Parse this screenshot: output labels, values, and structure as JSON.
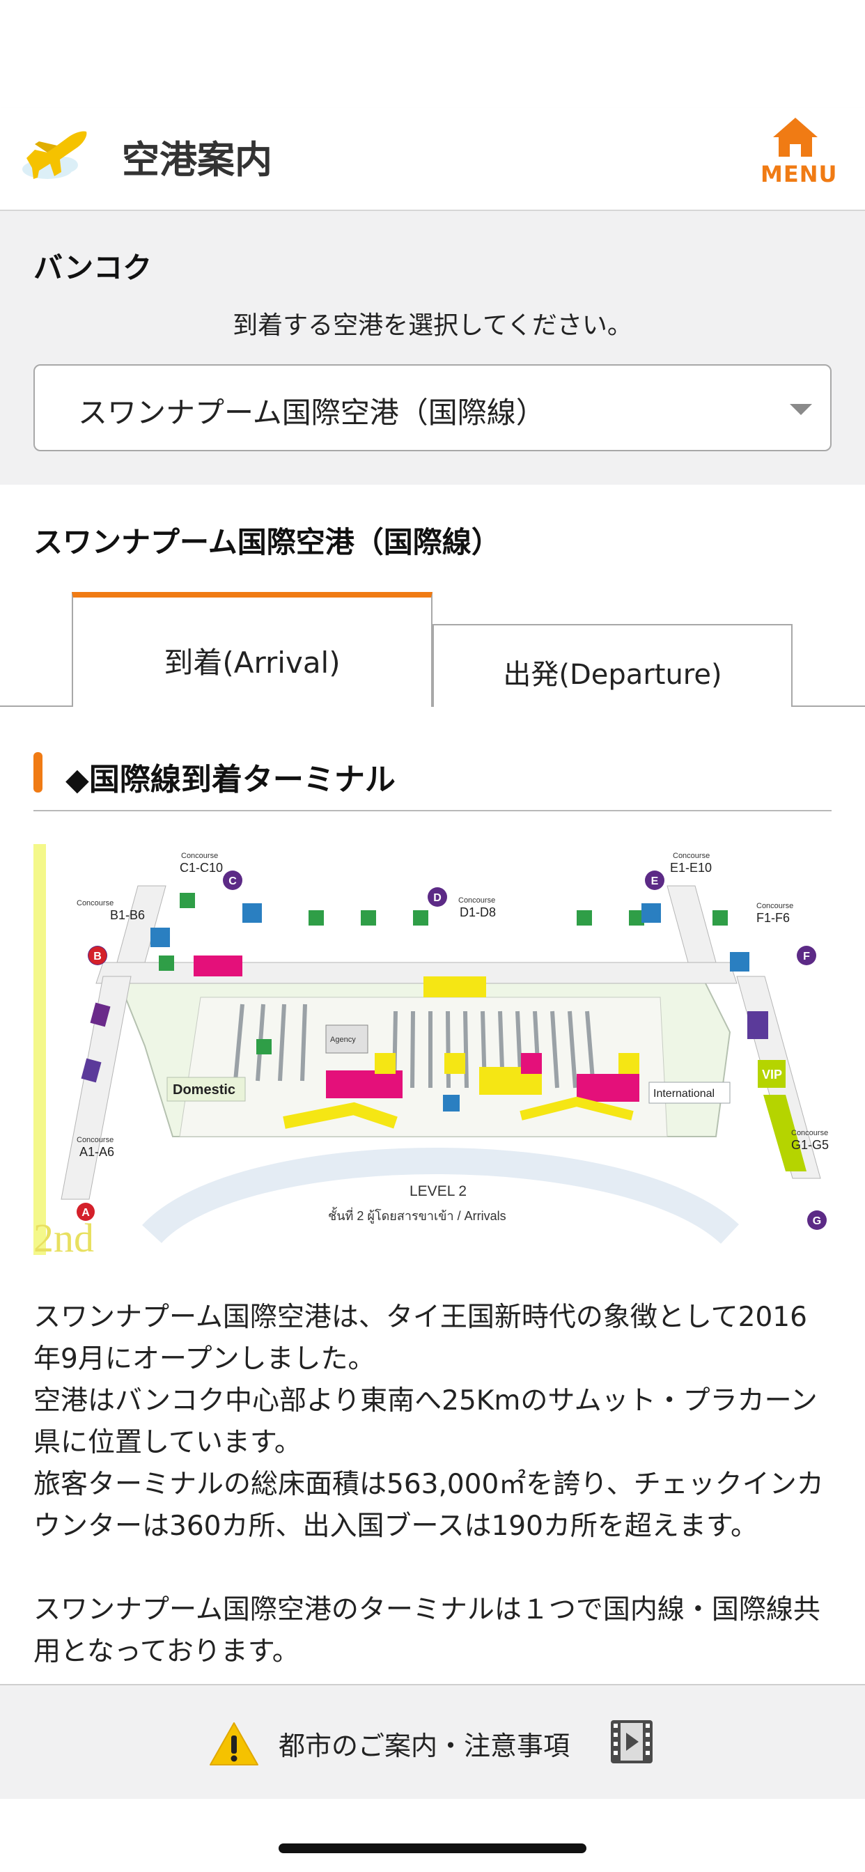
{
  "header": {
    "title": "空港案内",
    "menu_label": "MENU"
  },
  "city": {
    "name": "バンコク",
    "prompt": "到着する空港を選択してください。",
    "selected_airport": "スワンナプーム国際空港（国際線）"
  },
  "airport": {
    "heading": "スワンナプーム国際空港（国際線）",
    "tabs": [
      {
        "label": "到着(Arrival)",
        "active": true
      },
      {
        "label": "出発(Departure)",
        "active": false
      }
    ],
    "section_title": "◆国際線到着ターミナル"
  },
  "map": {
    "concourses": [
      "Concourse C1-C10",
      "Concourse B1-B6",
      "Concourse D1-D8",
      "Concourse E1-E10",
      "Concourse F1-F6",
      "Concourse A1-A6",
      "Concourse G1-G5"
    ],
    "letters": [
      "A",
      "B",
      "C",
      "D",
      "E",
      "F",
      "G"
    ],
    "labels": {
      "domestic": "Domestic",
      "international": "International",
      "vip": "VIP",
      "agency": "Agency",
      "level": "LEVEL 2",
      "level_sub": "ชั้นที่ 2 ผู้โดยสารขาเข้า / Arrivals",
      "floor": "2nd"
    }
  },
  "description": {
    "paragraphs": [
      "スワンナプーム国際空港は、タイ王国新時代の象徴として2016年9月にオープンしました。",
      "空港はバンコク中心部より東南へ25Kmのサムット・プラカーン県に位置しています。",
      "旅客ターミナルの総床面積は563,000㎡を誇り、チェックインカウンターは360カ所、出入国ブースは190カ所を超えます。",
      "",
      "スワンナプーム国際空港のターミナルは１つで国内線・国際線共用となっております。"
    ]
  },
  "bottom_bar": {
    "label": "都市のご案内・注意事項"
  },
  "colors": {
    "accent": "#f07b14",
    "section_bg": "#f1f1f2"
  }
}
